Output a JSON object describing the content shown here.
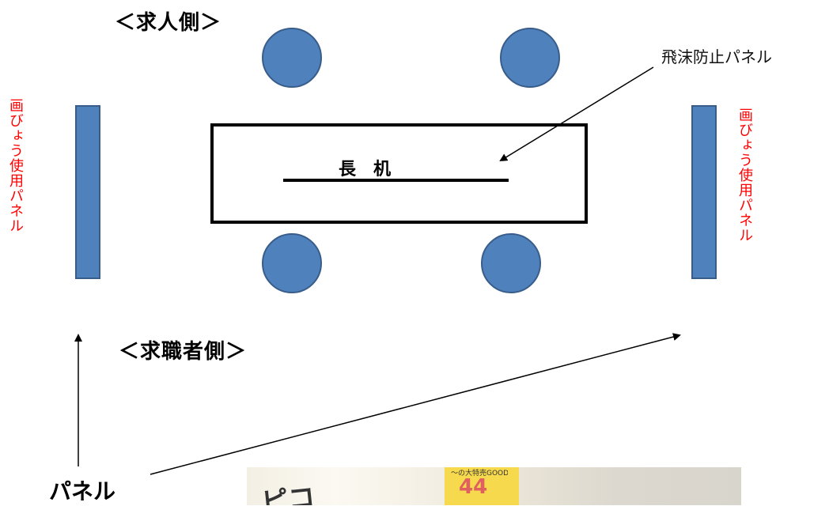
{
  "headings": {
    "employer_side": "＜求人側＞",
    "jobseeker_side": "＜求職者側＞"
  },
  "desk": {
    "label": "長　机"
  },
  "callouts": {
    "splash_panel": "飛沫防止パネル"
  },
  "side_panels": {
    "left_label": "画びょう使用パネル",
    "right_label": "画びょう使用パネル"
  },
  "bottom_label": "パネル",
  "photo": {
    "sign_text": "ピコ",
    "sign_small": "〜の大特売GOOD!",
    "sign_number": "44"
  },
  "colors": {
    "chair_fill": "#4f81bd",
    "chair_stroke": "#385d8a",
    "panel_label": "#ff0000",
    "line": "#000000"
  }
}
